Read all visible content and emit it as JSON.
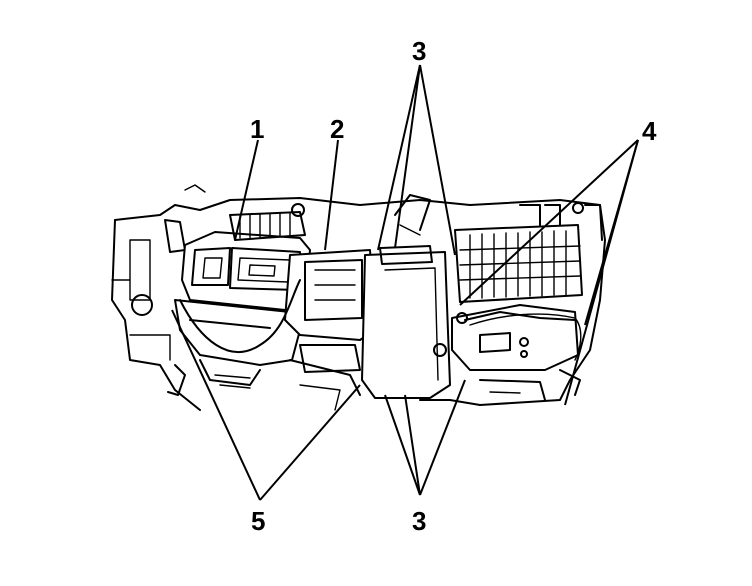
{
  "diagram": {
    "callouts": [
      {
        "id": "c1",
        "label": "1"
      },
      {
        "id": "c2",
        "label": "2"
      },
      {
        "id": "c3-top",
        "label": "3"
      },
      {
        "id": "c4",
        "label": "4"
      },
      {
        "id": "c5",
        "label": "5"
      },
      {
        "id": "c3-bottom",
        "label": "3"
      }
    ]
  }
}
